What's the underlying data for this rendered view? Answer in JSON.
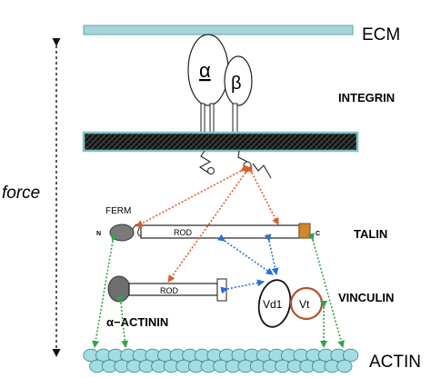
{
  "labels": {
    "ecm": "ECM",
    "integrin": "INTEGRIN",
    "force": "force",
    "ferm": "FERM",
    "n_terminus": "N",
    "c_terminus": "C",
    "talin": "TALIN",
    "talin_rod": "ROD",
    "actinin_rod": "ROD",
    "vinculin": "VINCULIN",
    "actinin": "α−ACTININ",
    "vd1": "Vd1",
    "vt": "Vt",
    "actin": "ACTIN",
    "alpha": "α",
    "beta": "β"
  },
  "colors": {
    "ecm_bar": "#a8d3d8",
    "membrane_edge": "#7fc1c8",
    "membrane_fill": "#111111",
    "actin_filament": "#a3dde3",
    "talin_head": "#7a7a7a",
    "actinin_head": "#6e6e6e",
    "talin_cap": "#d3862b",
    "vt_ring": "#b0522a",
    "orange_arrow": "#e05a2a",
    "blue_arrow": "#2a6fd6",
    "green_arrow": "#2fa24a"
  }
}
